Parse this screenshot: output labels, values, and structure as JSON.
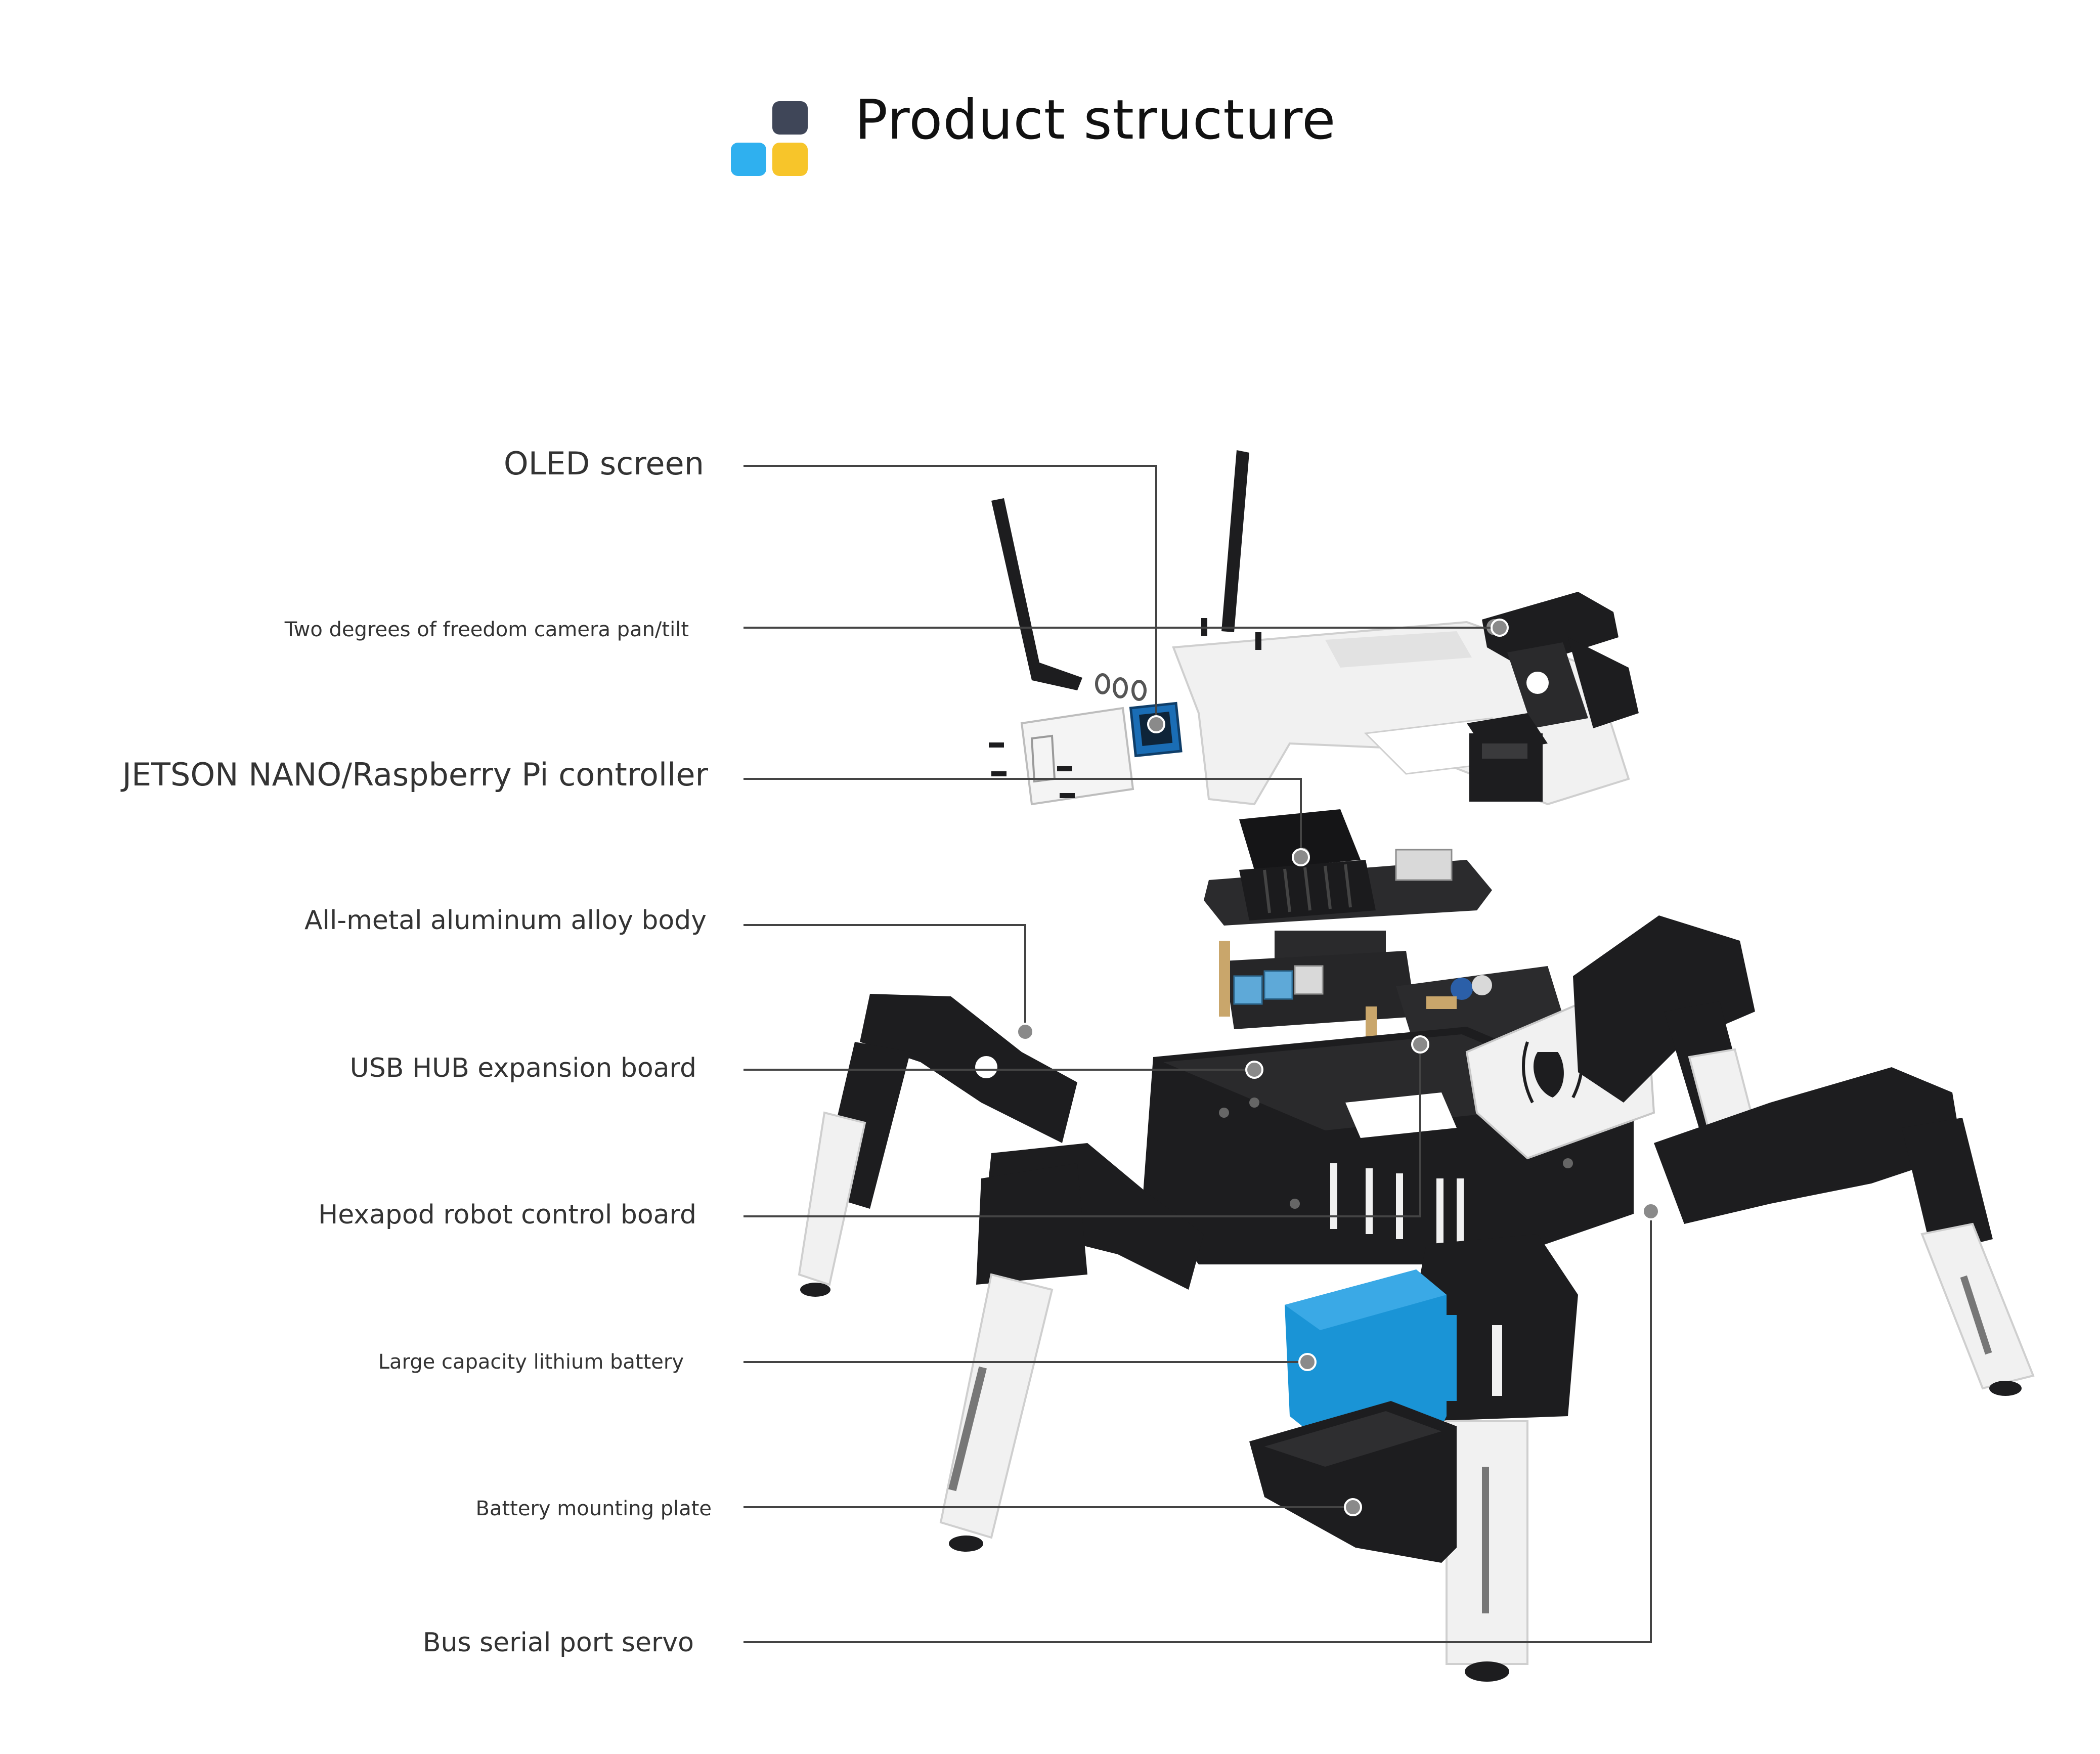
{
  "header": {
    "title": "Product structure",
    "logo_colors": {
      "top": "#3f4658",
      "left": "#2fb0ef",
      "right": "#f7c52a"
    }
  },
  "labels": [
    {
      "id": "oled",
      "text": "OLED screen"
    },
    {
      "id": "pantilt",
      "text": "Two degrees of freedom camera pan/tilt"
    },
    {
      "id": "controller",
      "text": "JETSON NANO/Raspberry Pi controller"
    },
    {
      "id": "body",
      "text": "All-metal aluminum alloy body"
    },
    {
      "id": "usbhub",
      "text": "USB HUB expansion board"
    },
    {
      "id": "controlboard",
      "text": "Hexapod robot control board"
    },
    {
      "id": "battery",
      "text": "Large capacity lithium battery"
    },
    {
      "id": "plate",
      "text": "Battery mounting plate"
    },
    {
      "id": "servo",
      "text": "Bus serial port servo"
    }
  ],
  "colors": {
    "frame_black": "#1d1d1f",
    "frame_white": "#f1f1f1",
    "battery_blue": "#1a94d6",
    "leader_line": "#444444"
  }
}
